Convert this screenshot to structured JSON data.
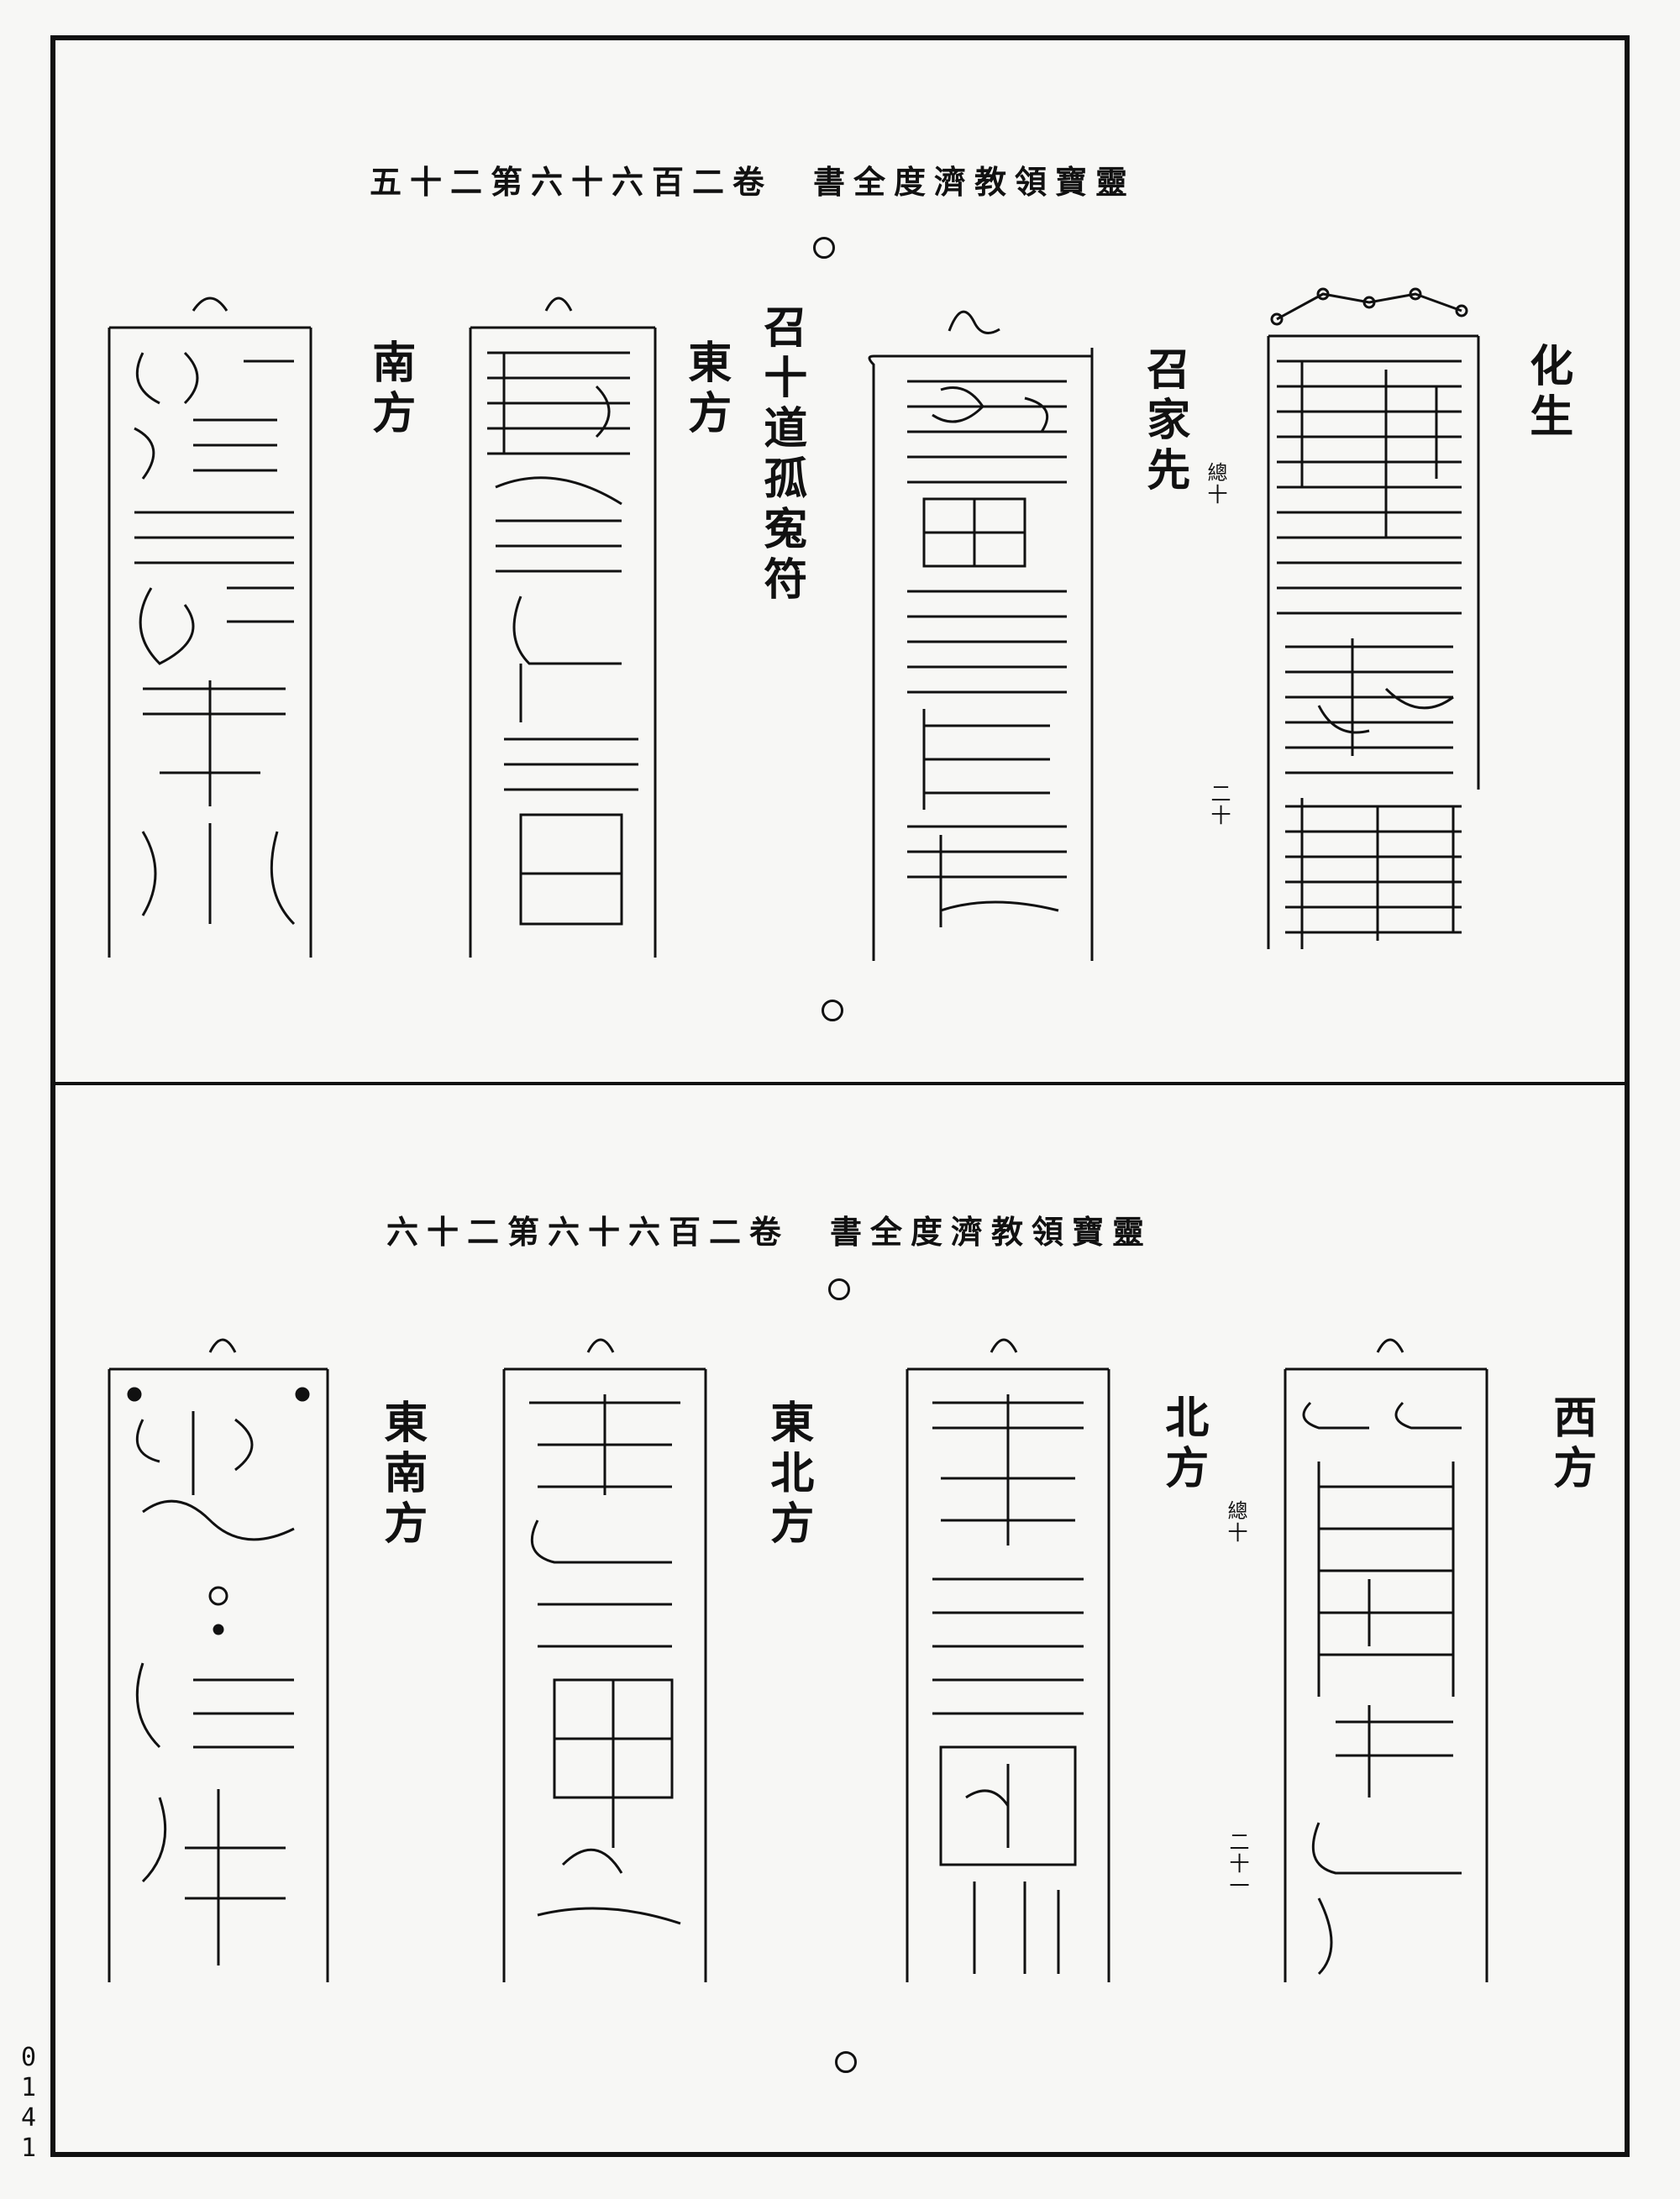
{
  "page_top": {
    "header": "五十二第六十六百二卷　書全度濟教領寶靈",
    "labels": {
      "transform": "化生",
      "summon_ancestors": "召家先",
      "summon_ancestors_note": "總十",
      "summon_lonely": "召十道孤寃符",
      "east": "東方",
      "south": "南方"
    },
    "side_number": "二十"
  },
  "page_bottom": {
    "header": "六十二第六十六百二卷　書全度濟教領寶靈",
    "labels": {
      "west": "西方",
      "north": "北方",
      "north_note": "總十",
      "northeast": "東北方",
      "southeast": "東南方"
    },
    "side_number": "二十一"
  },
  "page_number_digits": [
    "0",
    "1",
    "4",
    "1"
  ]
}
